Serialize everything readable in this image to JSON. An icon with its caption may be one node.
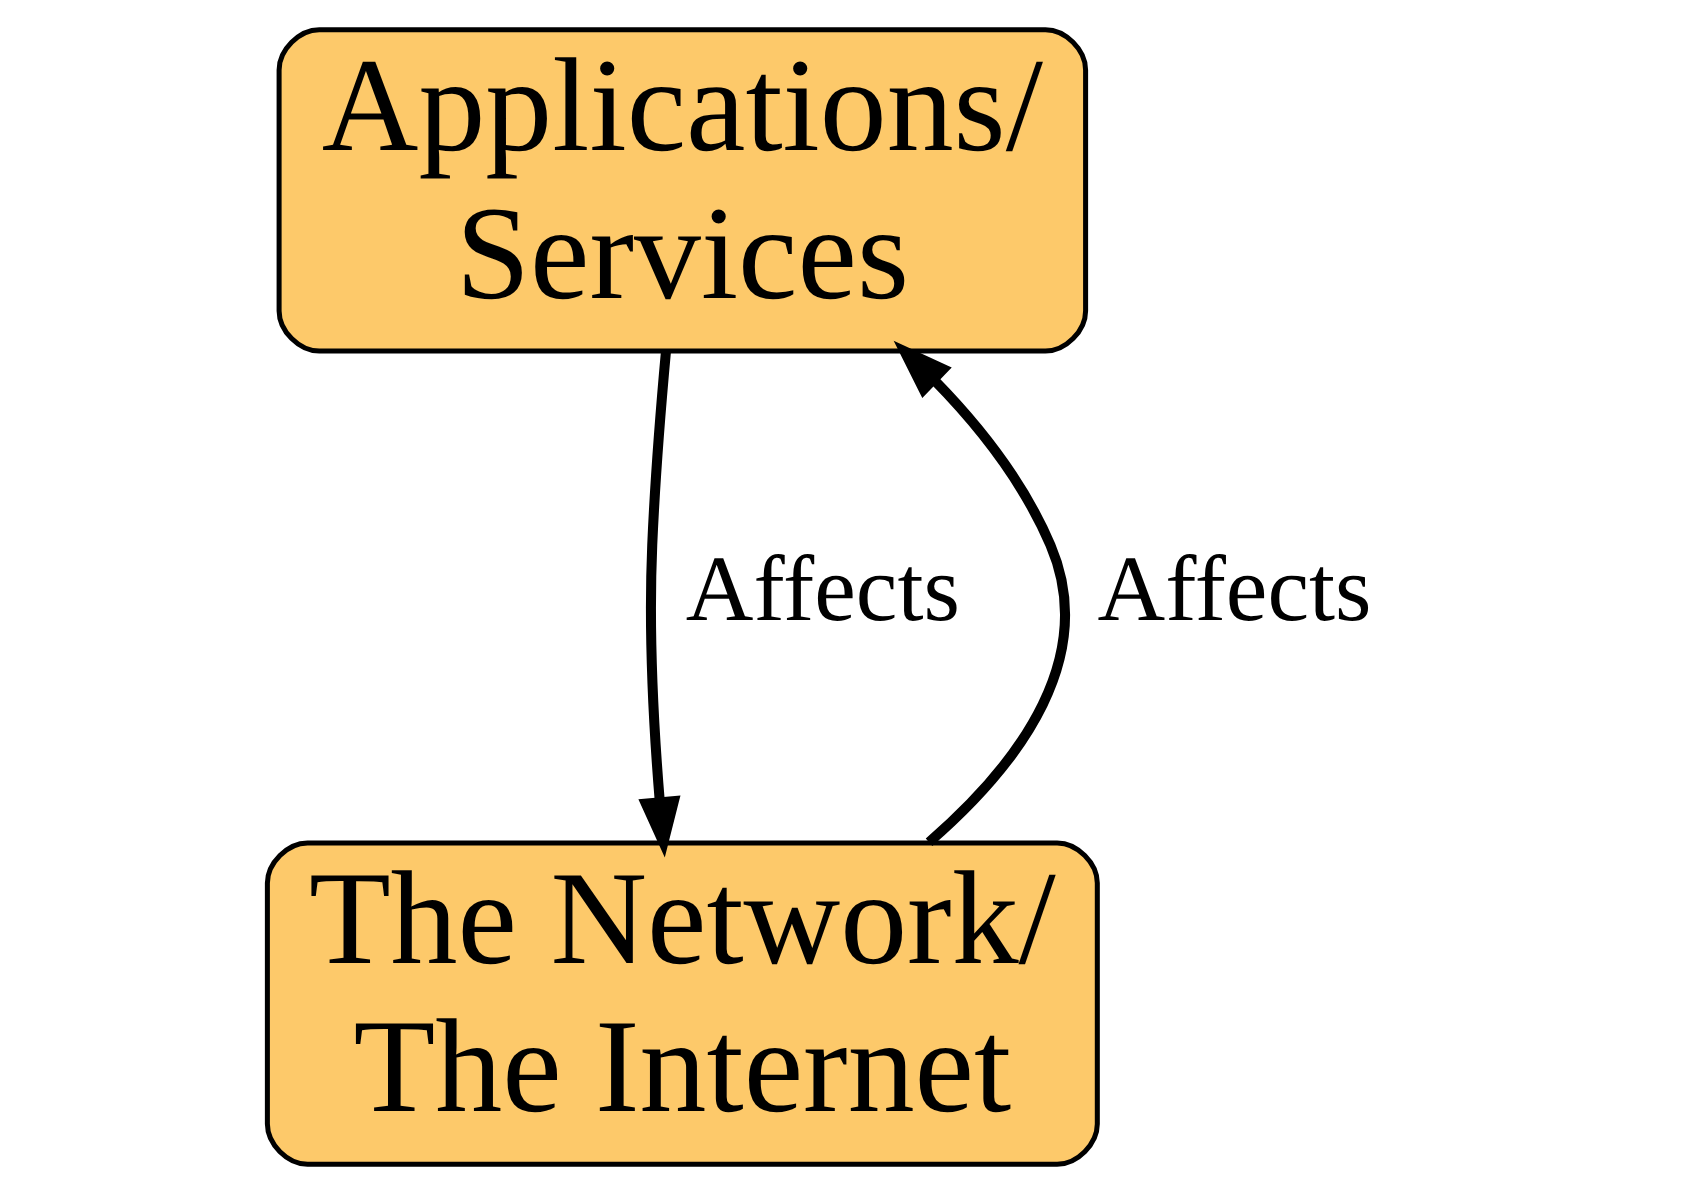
{
  "diagram": {
    "nodes": [
      {
        "text": [
          "Applications/ Services"
        ]
      },
      {
        "text": [
          "The Network/ The Internet"
        ]
      }
    ],
    "edges": [
      {
        "from": 0,
        "to": 1,
        "arrow": "to",
        "label": "Affects"
      },
      {
        "from": 1,
        "to": 0,
        "arrow": "to",
        "label": "Affects"
      }
    ]
  }
}
